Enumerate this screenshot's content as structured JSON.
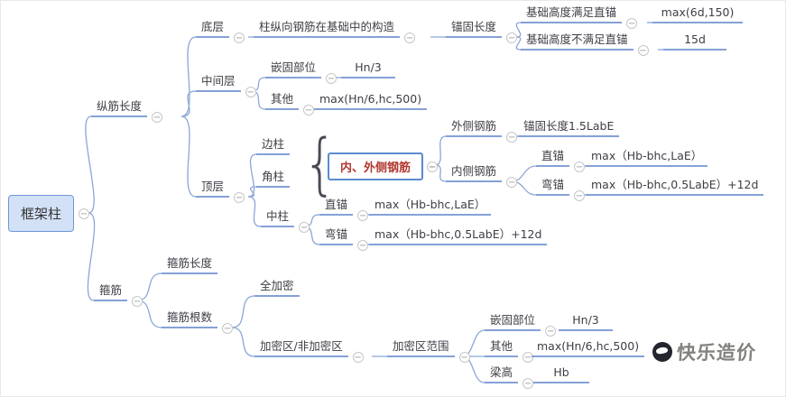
{
  "root": {
    "label": "框架柱"
  },
  "nodes": {
    "zongjin_changdu": "纵筋长度",
    "diceng": "底层",
    "zhu_zongxiang": "柱纵向钢筋在基础中的构造",
    "maogu_changdu": "锚固长度",
    "jichu_manzu": "基础高度满足直锚",
    "val_max_6d": "max(6d,150)",
    "jichu_bumanzu": "基础高度不满足直锚",
    "val_15d": "15d",
    "zhongjianceng": "中间层",
    "qiangu_top": "嵌固部位",
    "val_hn3_top": "Hn/3",
    "qita_top": "其他",
    "val_maxhn_top": "max(Hn/6,hc,500)",
    "dingceng": "顶层",
    "bianzhu": "边柱",
    "jiaozhu": "角柱",
    "brace": "{",
    "neiwaice_gangjin": "内、外侧钢筋",
    "waice_gangjin": "外侧钢筋",
    "val_15labe": "锚固长度1.5LabE",
    "neice_gangjin": "内侧钢筋",
    "zhimao_in": "直锚",
    "val_zhimao_in": "max（Hb-bhc,LaE）",
    "wanmao_in": "弯锚",
    "val_wanmao_in": "max（Hb-bhc,0.5LabE）+12d",
    "zhongzhu": "中柱",
    "zhimao_mid": "直锚",
    "val_zhimao_mid": "max（Hb-bhc,LaE）",
    "wanmao_mid": "弯锚",
    "val_wanmao_mid": "max（Hb-bhc,0.5LabE）+12d",
    "gujin": "箍筋",
    "gujin_changdu": "箍筋长度",
    "gujin_genshu": "箍筋根数",
    "quanjiami": "全加密",
    "jiami_fei": "加密区/非加密区",
    "jiami_fanwei": "加密区范围",
    "qiangu_bot": "嵌固部位",
    "val_hn3_bot": "Hn/3",
    "qita_bot": "其他",
    "val_maxhn_bot": "max(Hn/6,hc,500)",
    "lianggao": "梁高",
    "val_hb": "Hb"
  },
  "watermark": {
    "text": "快乐造价"
  },
  "colors": {
    "branch_line": "#8ba6d8",
    "root_fill": "#d3e1f6",
    "root_border": "#6e97d6",
    "highlight_text": "#b1382f"
  }
}
